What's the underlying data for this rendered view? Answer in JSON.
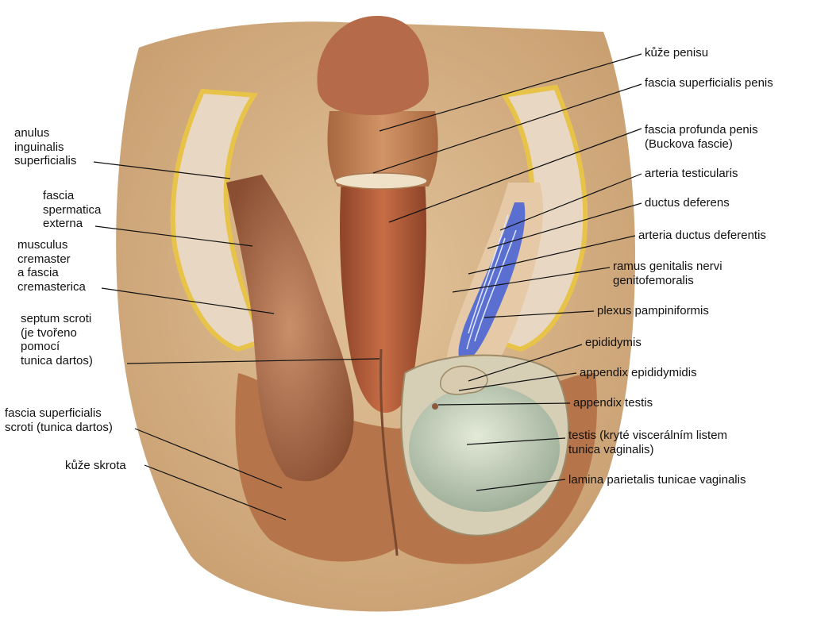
{
  "diagram": {
    "labels_right": [
      {
        "id": "kuze-penisu",
        "lines": [
          "kůže penisu"
        ]
      },
      {
        "id": "fascia-superficialis-penis",
        "lines": [
          "fascia superficialis penis"
        ]
      },
      {
        "id": "fascia-profunda-penis",
        "lines": [
          "fascia profunda penis",
          "(Buckova fascie)"
        ]
      },
      {
        "id": "arteria-testicularis",
        "lines": [
          "arteria testicularis"
        ]
      },
      {
        "id": "ductus-deferens",
        "lines": [
          "ductus deferens"
        ]
      },
      {
        "id": "arteria-ductus-deferentis",
        "lines": [
          "arteria ductus deferentis"
        ]
      },
      {
        "id": "ramus-genitalis",
        "lines": [
          "ramus genitalis nervi",
          "genitofemoralis"
        ]
      },
      {
        "id": "plexus-pampiniformis",
        "lines": [
          "plexus pampiniformis"
        ]
      },
      {
        "id": "epididymis",
        "lines": [
          "epididymis"
        ]
      },
      {
        "id": "appendix-epididymidis",
        "lines": [
          "appendix epididymidis"
        ]
      },
      {
        "id": "appendix-testis",
        "lines": [
          "appendix testis"
        ]
      },
      {
        "id": "testis",
        "lines": [
          "testis (kryté viscerálním listem",
          "tunica vaginalis)"
        ]
      },
      {
        "id": "lamina-parietalis",
        "lines": [
          "lamina parietalis tunicae vaginalis"
        ]
      }
    ],
    "labels_left": [
      {
        "id": "anulus-inguinalis",
        "lines": [
          "anulus",
          "inguinalis",
          "superficialis"
        ]
      },
      {
        "id": "fascia-spermatica",
        "lines": [
          "fascia",
          "spermatica",
          "externa"
        ]
      },
      {
        "id": "musculus-cremaster",
        "lines": [
          "musculus",
          "cremaster",
          "a fascia",
          "cremasterica"
        ]
      },
      {
        "id": "septum-scroti",
        "lines": [
          "septum scroti",
          "(je tvořeno",
          "pomocí",
          "tunica dartos)"
        ]
      },
      {
        "id": "fascia-superficialis-scroti",
        "lines": [
          "fascia superficialis",
          "scroti (tunica dartos)"
        ]
      },
      {
        "id": "kuze-skrota",
        "lines": [
          "kůže skrota"
        ]
      }
    ],
    "colors": {
      "background_tissue": "#d9b98c",
      "skin": "#c98a5e",
      "penis_shaft": "#b8603e",
      "vein_blue": "#5a6fd0",
      "testis": "#c9d4bf",
      "fat_yellow": "#e8c34a",
      "leader_line": "#111111"
    }
  }
}
